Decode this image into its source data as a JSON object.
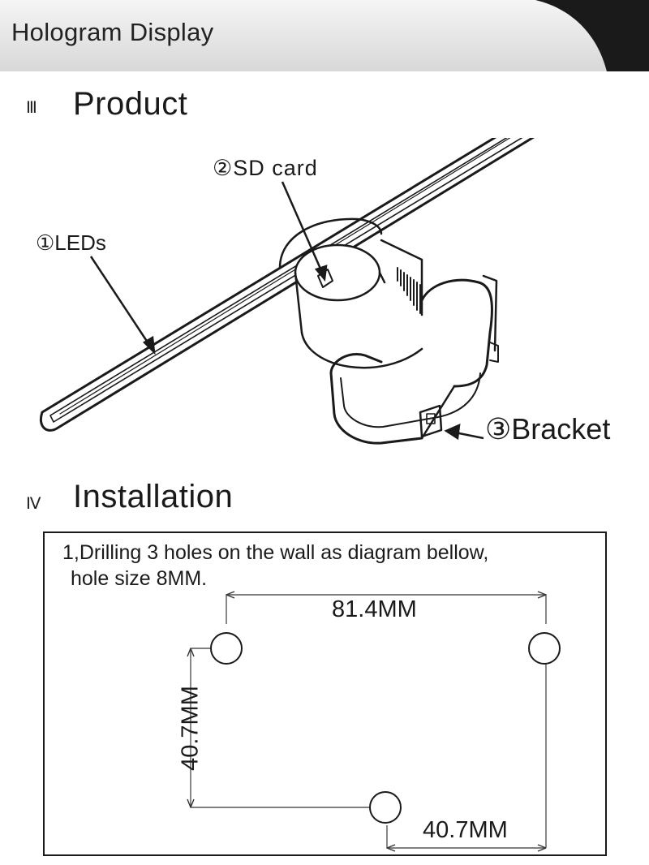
{
  "header": {
    "title": "Hologram Display"
  },
  "product_section": {
    "numeral": "Ⅲ",
    "title": "Product",
    "callouts": {
      "leds": "①LEDs",
      "sd_card": "②SD card",
      "bracket": "③Bracket"
    }
  },
  "installation_section": {
    "numeral": "Ⅳ",
    "title": "Installation",
    "instruction_line1": "1,Drilling 3 holes on the wall as diagram bellow,",
    "instruction_line2": "hole size 8MM.",
    "dimensions": {
      "horizontal_top": "81.4MM",
      "vertical_left": "40.7MM",
      "horizontal_bottom": "40.7MM"
    }
  },
  "colors": {
    "ink": "#1a1a1a",
    "header_gradient_top": "#f5f5f5",
    "header_gradient_bottom": "#d8d8d8",
    "header_corner": "#1a1a1a"
  }
}
